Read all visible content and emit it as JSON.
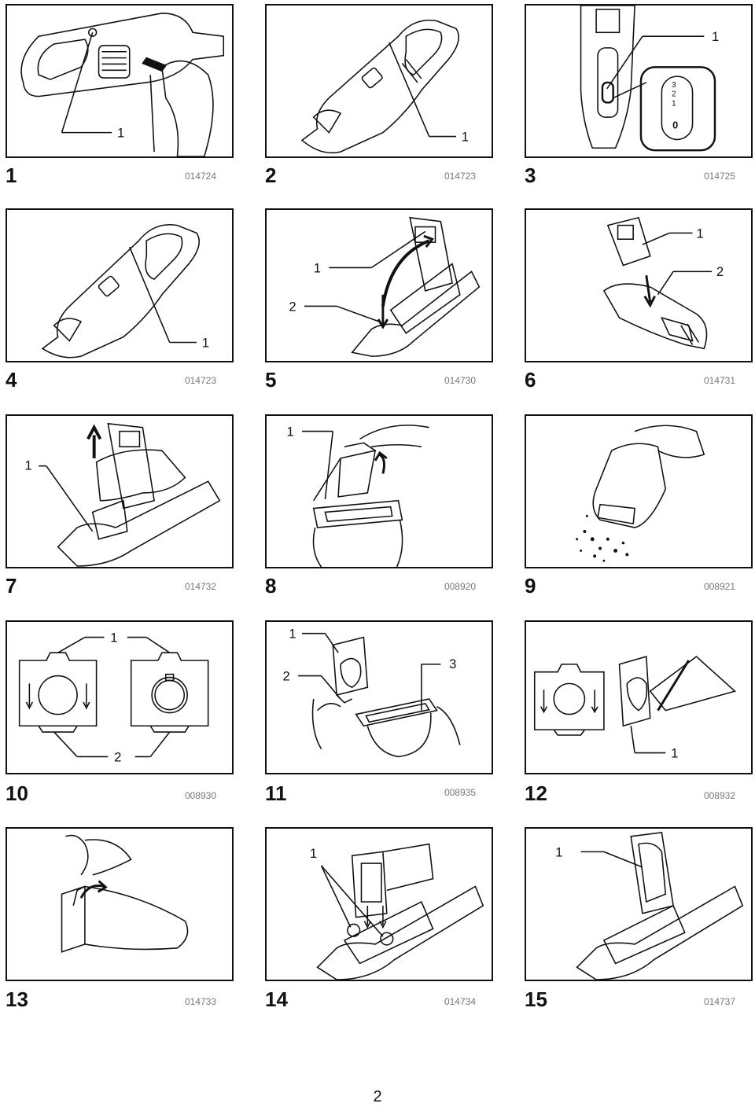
{
  "page_number": "2",
  "figures": [
    {
      "num": "1",
      "code": "014724",
      "callouts": [
        "1"
      ]
    },
    {
      "num": "2",
      "code": "014723",
      "callouts": [
        "1"
      ]
    },
    {
      "num": "3",
      "code": "014725",
      "callouts": [
        "1"
      ],
      "switch_labels": [
        "3",
        "2",
        "1",
        "0"
      ]
    },
    {
      "num": "4",
      "code": "014723",
      "callouts": [
        "1"
      ]
    },
    {
      "num": "5",
      "code": "014730",
      "callouts": [
        "1",
        "2"
      ]
    },
    {
      "num": "6",
      "code": "014731",
      "callouts": [
        "1",
        "2"
      ]
    },
    {
      "num": "7",
      "code": "014732",
      "callouts": [
        "1"
      ]
    },
    {
      "num": "8",
      "code": "008920",
      "callouts": [
        "1"
      ]
    },
    {
      "num": "9",
      "code": "008921",
      "callouts": []
    },
    {
      "num": "10",
      "code": "008930",
      "callouts": [
        "1",
        "2"
      ]
    },
    {
      "num": "11",
      "code": "008935",
      "callouts": [
        "1",
        "2",
        "3"
      ]
    },
    {
      "num": "12",
      "code": "008932",
      "callouts": [
        "1"
      ]
    },
    {
      "num": "13",
      "code": "014733",
      "callouts": []
    },
    {
      "num": "14",
      "code": "014734",
      "callouts": [
        "1"
      ]
    },
    {
      "num": "15",
      "code": "014737",
      "callouts": [
        "1"
      ]
    }
  ]
}
